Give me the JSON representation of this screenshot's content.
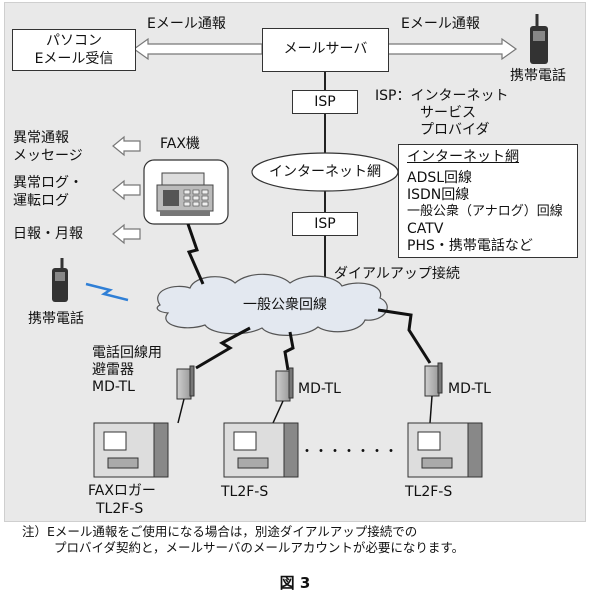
{
  "top": {
    "pc_box": [
      "パソコン",
      "Eメール受信"
    ],
    "email_notify_left": "Eメール通報",
    "mail_server": "メールサーバ",
    "email_notify_right": "Eメール通報",
    "phone_top": "携帯電話"
  },
  "isp": {
    "top_label": "ISP",
    "definition": [
      "ISP：インターネット",
      "サービス",
      "プロバイダ"
    ],
    "bottom_label": "ISP"
  },
  "internet": {
    "cloud": "インターネット網",
    "box_title": "インターネット網",
    "box_items": [
      "ADSL回線",
      "ISDN回線",
      "一般公衆（アナログ）回線",
      "CATV",
      "PHS・携帯電話など"
    ]
  },
  "fax": {
    "label": "FAX機",
    "outputs": [
      "異常通報",
      "メッセージ",
      "異常ログ・",
      "運転ログ",
      "日報・月報"
    ]
  },
  "dialup": "ダイアルアップ接続",
  "public_line": "一般公衆回線",
  "phone_left": "携帯電話",
  "devices": {
    "arrester_caption": [
      "電話回線用",
      "避雷器",
      "MD-TL"
    ],
    "mdtl_2": "MD-TL",
    "mdtl_3": "MD-TL",
    "dots": "・・・・・・・",
    "fax_logger": [
      "FAXロガー",
      "TL2F-S"
    ],
    "tl2fs_2": "TL2F-S",
    "tl2fs_3": "TL2F-S"
  },
  "note": [
    "注）Eメール通報をご使用になる場合は，別途ダイアルアップ接続での",
    "プロバイダ契約と，メールサーバのメールアカウントが必要になります。"
  ],
  "figure_label": "図 3",
  "colors": {
    "panel": "#e9e9e9",
    "cloud": "#e3e8f0",
    "signal": "#2f7fd6",
    "arrow_outline": "#777777"
  }
}
